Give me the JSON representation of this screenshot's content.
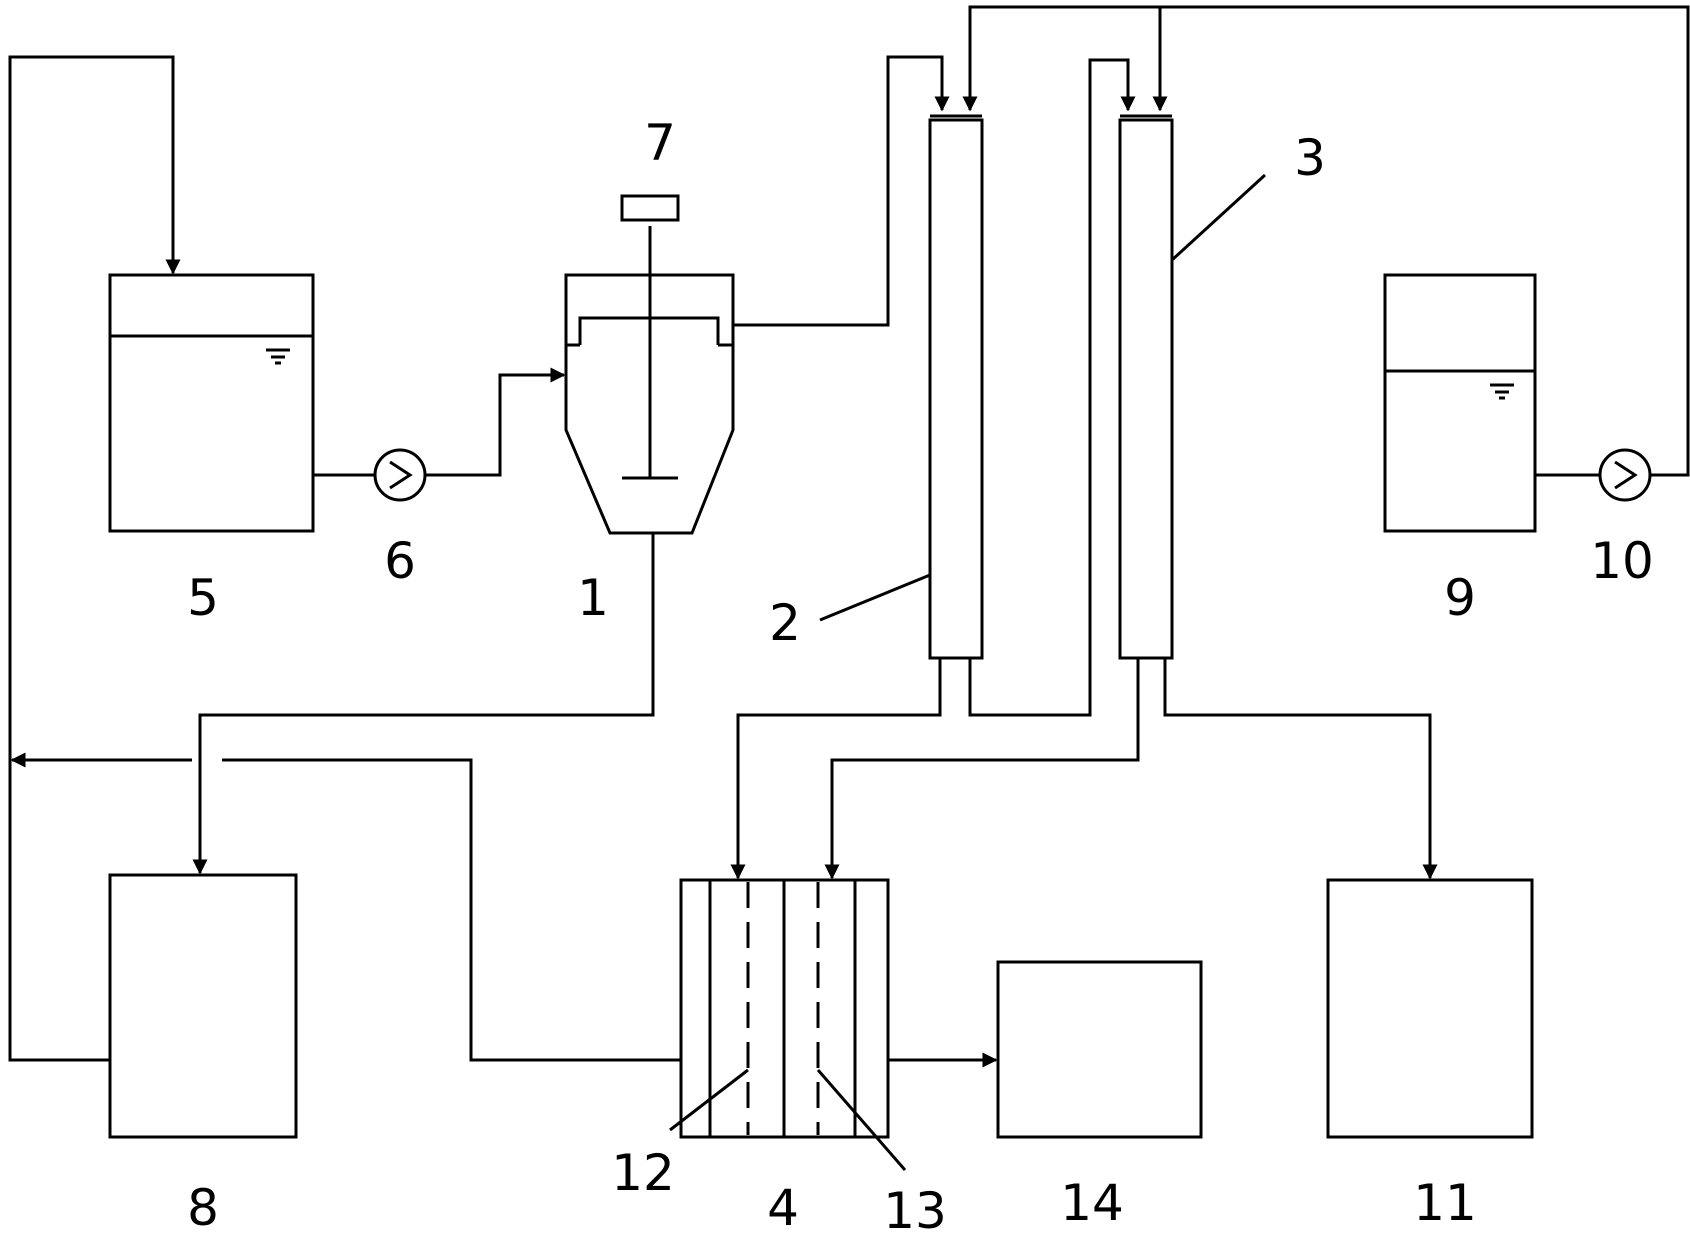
{
  "diagram": {
    "labels": {
      "reactor": "1",
      "column_2": "2",
      "column_3": "3",
      "cell_4": "4",
      "tank_5": "5",
      "pump_6": "6",
      "motor_7": "7",
      "tank_8": "8",
      "tank_9": "9",
      "pump_10": "10",
      "tank_11": "11",
      "membrane_12": "12",
      "membrane_13": "13",
      "tank_14": "14"
    },
    "line_color": "#000000",
    "background": "#ffffff"
  }
}
